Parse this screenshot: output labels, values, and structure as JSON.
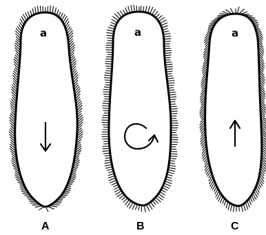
{
  "figure": {
    "panels": [
      {
        "label": "A",
        "anterior_label": "a",
        "motion": "backward",
        "symbol": "down-arrow-icon",
        "cilia_pattern": "oriented-forward"
      },
      {
        "label": "B",
        "anterior_label": "a",
        "motion": "rotating",
        "symbol": "rotation-arrow-icon",
        "cilia_pattern": "perpendicular"
      },
      {
        "label": "C",
        "anterior_label": "a",
        "motion": "forward",
        "symbol": "up-arrow-icon",
        "cilia_pattern": "oriented-backward"
      }
    ]
  }
}
